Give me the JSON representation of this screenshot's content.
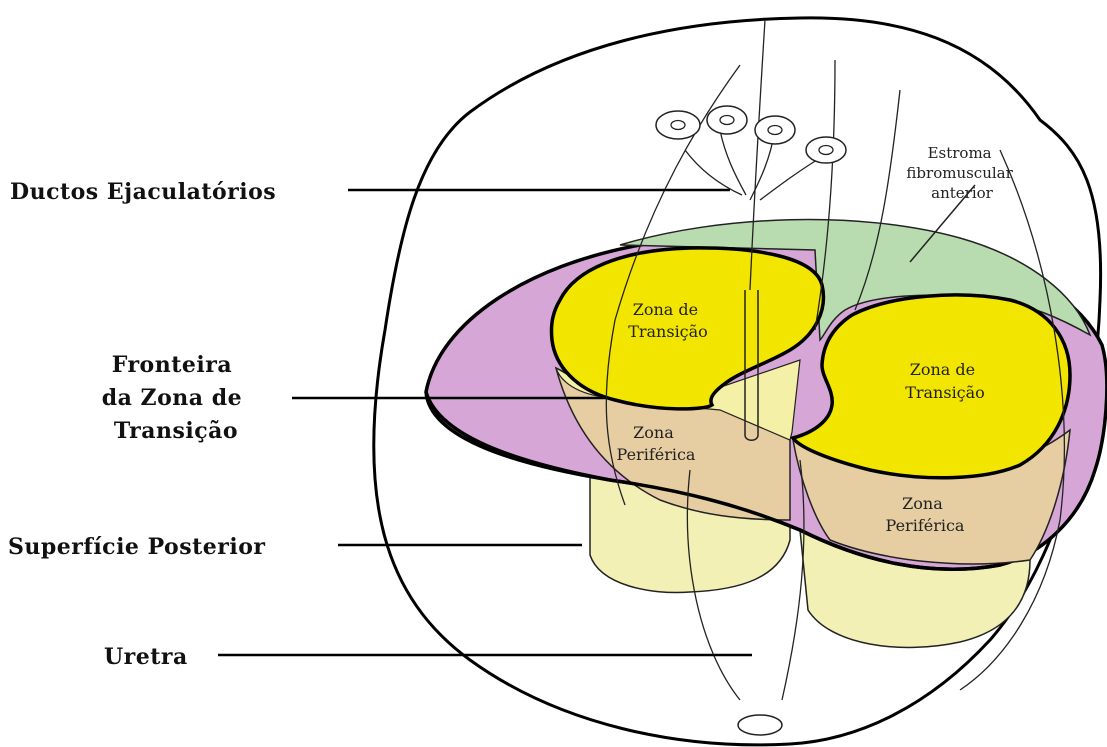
{
  "labels": {
    "ejaculatory_ducts": "Ductos Ejaculatórios",
    "tz_boundary": [
      "Fronteira",
      "da Zona de",
      "Transição"
    ],
    "posterior_surface": "Superfície Posterior",
    "urethra": "Uretra",
    "anterior_stroma": [
      "Estroma",
      "fibromuscular",
      "anterior"
    ],
    "tz_left": [
      "Zona de",
      "Transição"
    ],
    "tz_right": [
      "Zona de",
      "Transição"
    ],
    "pz_left": [
      "Zona",
      "Periférica"
    ],
    "pz_right": [
      "Zona",
      "Periférica"
    ]
  },
  "colors": {
    "transition_zone": "#f2e500",
    "transition_zone_side": "#f4f0a8",
    "peripheral_zone": "#e6cda2",
    "peripheral_zone_lower": "#f2f0b4",
    "central_zone": "#d6a6d6",
    "anterior_stroma": "#b8dcb0",
    "outline": "#000000"
  }
}
